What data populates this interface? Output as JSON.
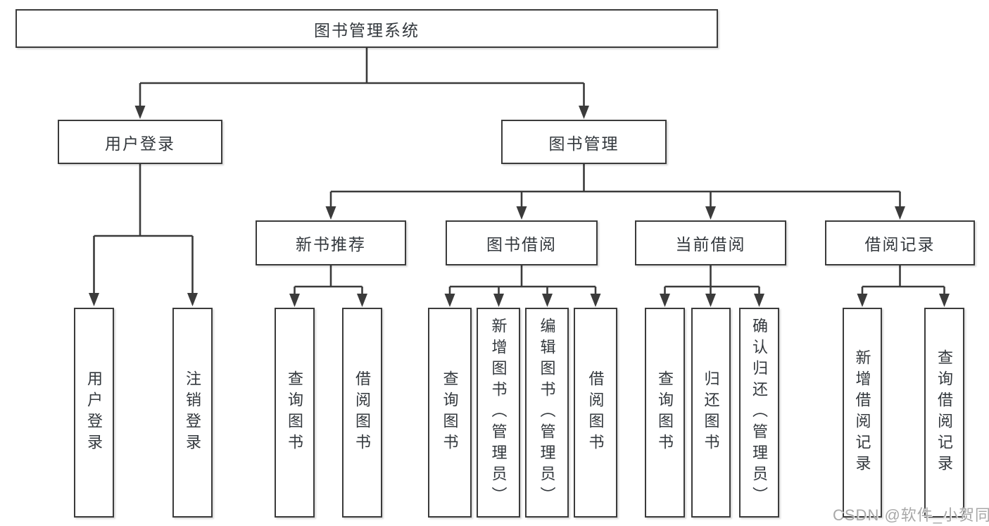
{
  "diagram": {
    "root": {
      "label": "图书管理系统"
    },
    "branches": [
      {
        "label": "用户登录",
        "children": [
          {
            "label": "用户登录"
          },
          {
            "label": "注销登录"
          }
        ]
      },
      {
        "label": "图书管理",
        "children": [
          {
            "label": "新书推荐",
            "children": [
              {
                "label": "查询图书"
              },
              {
                "label": "借阅图书"
              }
            ]
          },
          {
            "label": "图书借阅",
            "children": [
              {
                "label": "查询图书"
              },
              {
                "label": "新增图书（管理员）"
              },
              {
                "label": "编辑图书（管理员）"
              },
              {
                "label": "借阅图书"
              }
            ]
          },
          {
            "label": "当前借阅",
            "children": [
              {
                "label": "查询图书"
              },
              {
                "label": "归还图书"
              },
              {
                "label": "确认归还（管理员）"
              }
            ]
          },
          {
            "label": "借阅记录",
            "children": [
              {
                "label": "新增借阅记录"
              },
              {
                "label": "查询借阅记录"
              }
            ]
          }
        ]
      }
    ],
    "watermark": "CSDN @软件_小贺同学"
  },
  "colors": {
    "line": "#3b3b3b",
    "text": "#33383d",
    "watermark": "#a8a8a8",
    "background": "#ffffff"
  }
}
